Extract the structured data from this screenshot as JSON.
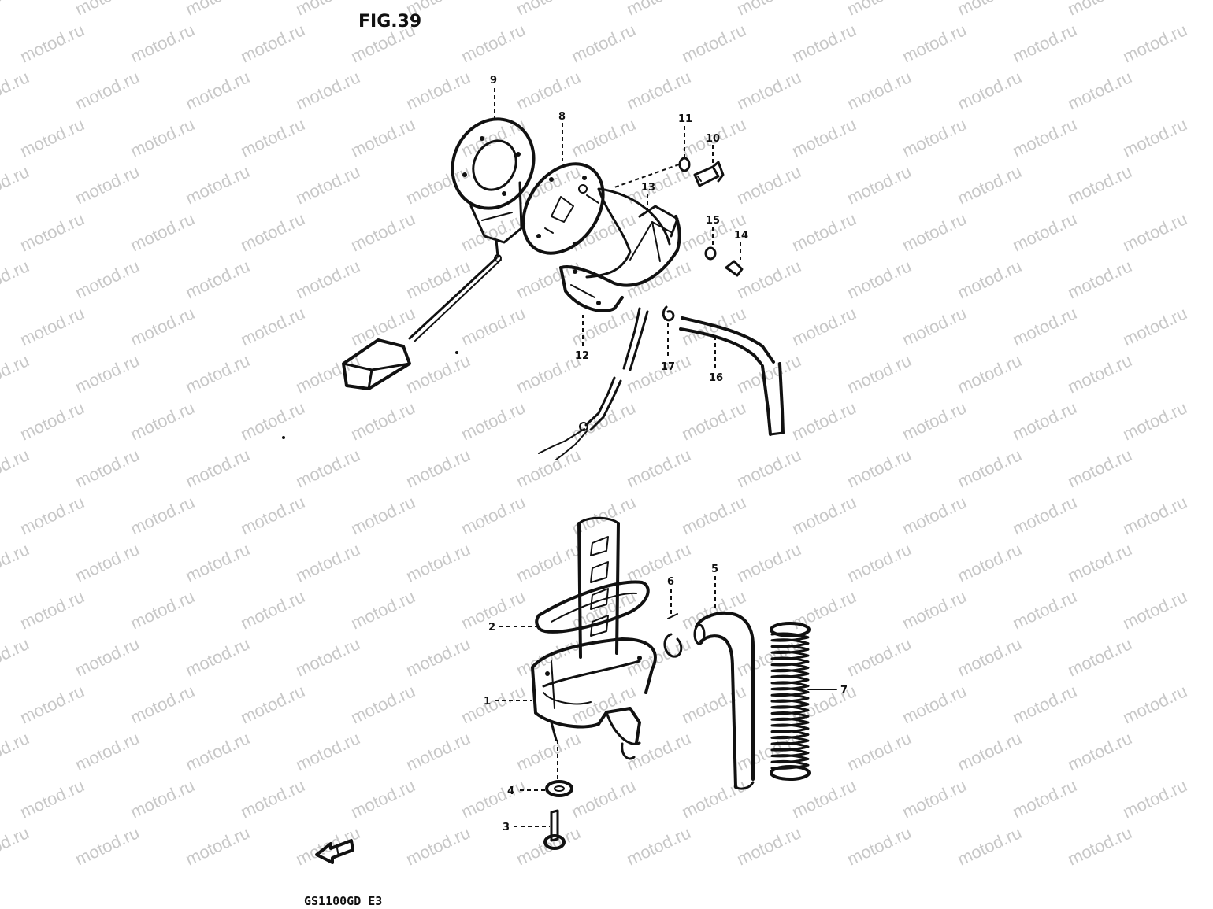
{
  "figure": {
    "title": "FIG.39",
    "model_code": "GS1100GD E3"
  },
  "watermark": {
    "text": "motod.ru",
    "color": "#c8c8c8"
  },
  "part_numbers": {
    "p1": "1",
    "p2": "2",
    "p3": "3",
    "p4": "4",
    "p5": "5",
    "p6": "6",
    "p7": "7",
    "p8": "8",
    "p9": "9",
    "p10": "10",
    "p11": "11",
    "p12": "12",
    "p13": "13",
    "p14": "14",
    "p15": "15",
    "p16": "16",
    "p17": "17"
  },
  "colors": {
    "ink": "#111111",
    "paper": "#ffffff"
  },
  "icons": {
    "direction_arrow": "arrow-left-icon"
  }
}
